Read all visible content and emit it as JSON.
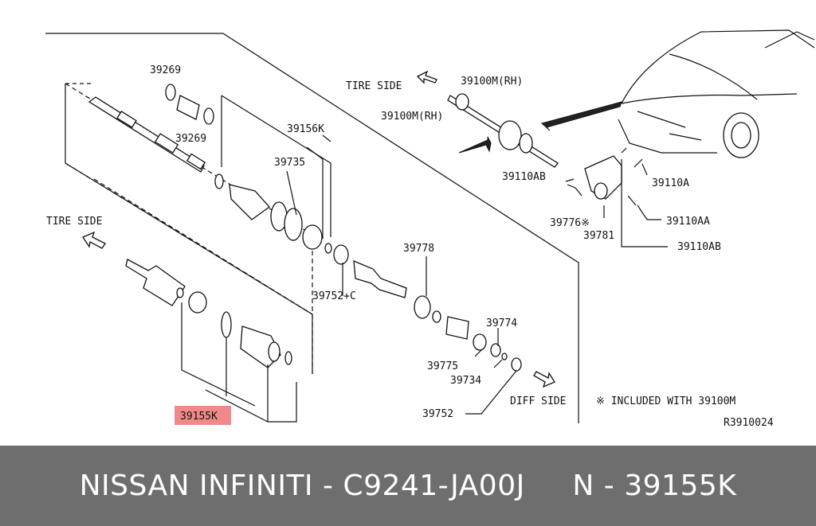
{
  "diagram": {
    "labels": {
      "p39269_top": "39269",
      "p39269_bottom": "39269",
      "p39156k": "39156K",
      "p39735": "39735",
      "p39100m_rh_left": "39100M(RH)",
      "p39100m_rh_top": "39100M(RH)",
      "tire_side_top": "TIRE SIDE",
      "tire_side_left": "TIRE SIDE",
      "p39110ab_top": "39110AB",
      "p39110a": "39110A",
      "p39776": "39776※",
      "p39781": "39781",
      "p39110aa": "39110AA",
      "p39110ab_bottom": "39110AB",
      "p39778": "39778",
      "p39752c": "39752+C",
      "p39774": "39774",
      "p39775": "39775",
      "p39734": "39734",
      "p39752": "39752",
      "p39155k": "39155K",
      "diff_side": "DIFF SIDE",
      "note": "※ INCLUDED WITH 39100M",
      "ref_code": "R3910024"
    },
    "highlight_color": "#f08a8a"
  },
  "footer": {
    "text": "NISSAN INFINITI - C9241-JA00J     N - 39155K",
    "background": "#6e6e6e",
    "text_color": "#ffffff"
  }
}
